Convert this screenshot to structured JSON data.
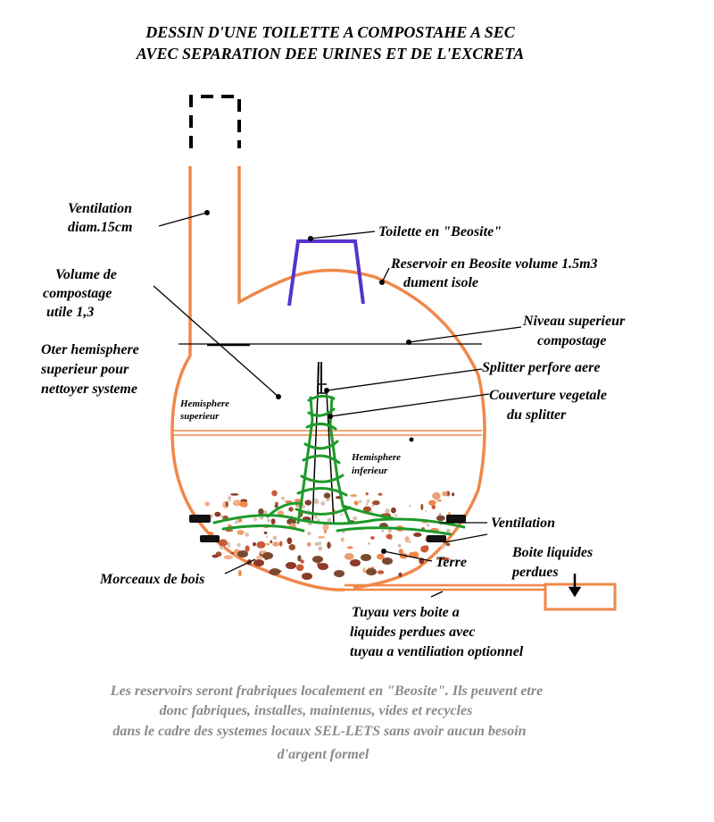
{
  "title": {
    "line1": "DESSIN D'UNE TOILETTE A COMPOSTAHE A SEC",
    "line2": "AVEC SEPARATION DEE URINES ET DE L'EXCRETA"
  },
  "labels": {
    "ventilation_pipe_1": "Ventilation",
    "ventilation_pipe_2": "diam.15cm",
    "toilet": "Toilette en \"Beosite\"",
    "reservoir_1": "Reservoir en Beosite volume 1.5m3",
    "reservoir_2": "dument isole",
    "volume_1": "Volume de",
    "volume_2": "compostage",
    "volume_3": "utile 1,3",
    "niveau_1": "Niveau superieur",
    "niveau_2": "compostage",
    "oter_1": "Oter hemisphere",
    "oter_2": "superieur pour",
    "oter_3": "nettoyer systeme",
    "splitter": "Splitter perfore aere",
    "couverture_1": "Couverture vegetale",
    "couverture_2": "du splitter",
    "hemi_sup_1": "Hemisphere",
    "hemi_sup_2": "superieur",
    "hemi_inf_1": "Hemisphere",
    "hemi_inf_2": "inferieur",
    "ventilation_bottom": "Ventilation",
    "boite_1": "Boite liquides",
    "boite_2": "perdues",
    "terre": "Terre",
    "bois": "Morceaux de bois",
    "tuyau_1": "Tuyau vers boite a",
    "tuyau_2": "liquides perdues avec",
    "tuyau_3": "tuyau a ventiliation optionnel"
  },
  "footer": {
    "line1": "Les reservoirs seront frabriques localement en \"Beosite\". Ils peuvent etre",
    "line2": "donc fabriques, installes, maintenus, vides et recycles",
    "line3": "dans le cadre des systemes locaux SEL-LETS sans avoir aucun besoin",
    "line4": "d'argent formel"
  },
  "colors": {
    "reservoir": "#f0874a",
    "toilet": "#5533cc",
    "vegetation": "#1e9a2a",
    "footer_text": "#8a8a8a"
  }
}
